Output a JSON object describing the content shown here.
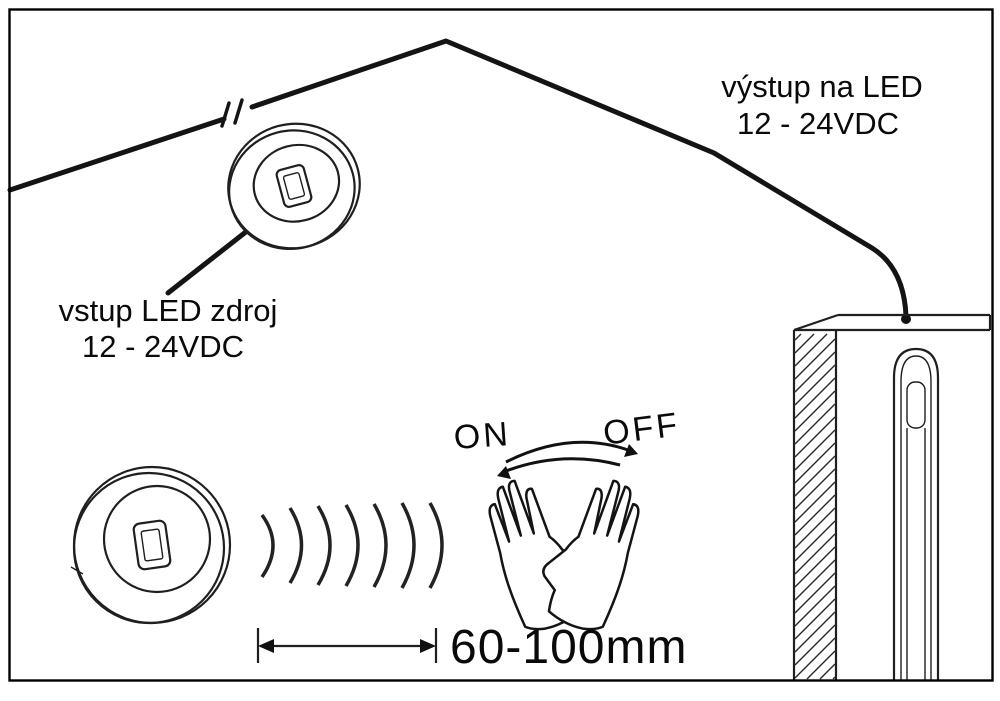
{
  "diagram": {
    "labels": {
      "output_line1": "výstup na LED",
      "output_line2": "12 - 24VDC",
      "input_line1": "vstup LED zdroj",
      "input_line2": "12 - 24VDC",
      "on": "ON",
      "off": "OFF",
      "distance": "60-100mm"
    },
    "colors": {
      "line": "#1f1f1f",
      "wire": "#141414",
      "background": "#ffffff"
    },
    "icons": {
      "sensor_top": "round-ir-sensor-tilted",
      "sensor_front": "round-ir-sensor-front",
      "waves": "proximity-wave-arcs",
      "hands": "hand-wave-gesture",
      "wall": "wall-cross-section-hatched",
      "led_profile": "recessed-led-profile",
      "dimension_arrow": "double-headed-arrow",
      "wire_dot": "wire-connection-dot"
    }
  }
}
